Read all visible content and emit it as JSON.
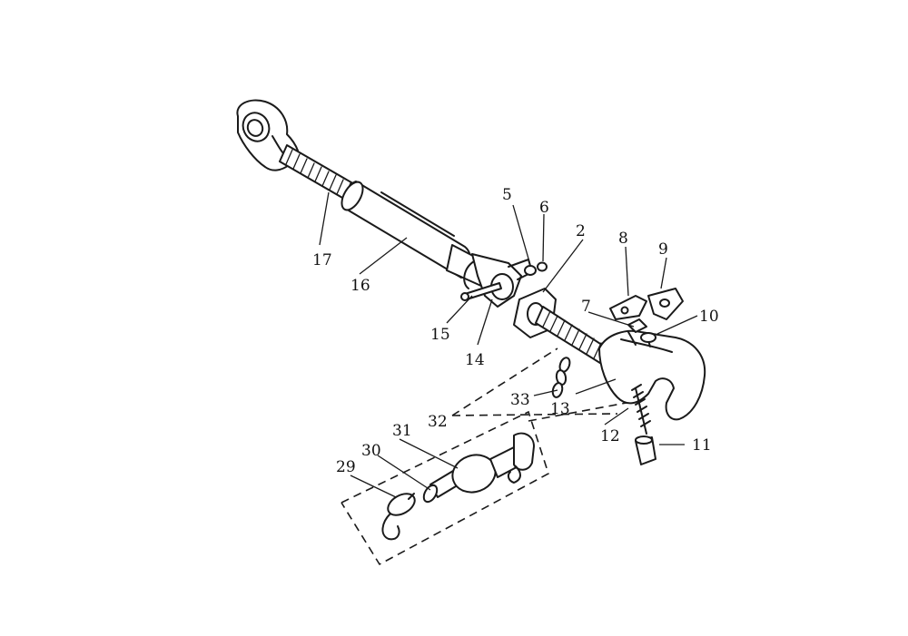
{
  "diagram": {
    "callouts": [
      {
        "id": "c17",
        "text": "17"
      },
      {
        "id": "c16",
        "text": "16"
      },
      {
        "id": "c15",
        "text": "15"
      },
      {
        "id": "c14",
        "text": "14"
      },
      {
        "id": "c5",
        "text": "5"
      },
      {
        "id": "c6",
        "text": "6"
      },
      {
        "id": "c2",
        "text": "2"
      },
      {
        "id": "c8",
        "text": "8"
      },
      {
        "id": "c9",
        "text": "9"
      },
      {
        "id": "c7",
        "text": "7"
      },
      {
        "id": "c10",
        "text": "10"
      },
      {
        "id": "c33",
        "text": "33"
      },
      {
        "id": "c13",
        "text": "13"
      },
      {
        "id": "c12",
        "text": "12"
      },
      {
        "id": "c11",
        "text": "11"
      },
      {
        "id": "c32",
        "text": "32"
      },
      {
        "id": "c31",
        "text": "31"
      },
      {
        "id": "c30",
        "text": "30"
      },
      {
        "id": "c29",
        "text": "29"
      }
    ]
  }
}
